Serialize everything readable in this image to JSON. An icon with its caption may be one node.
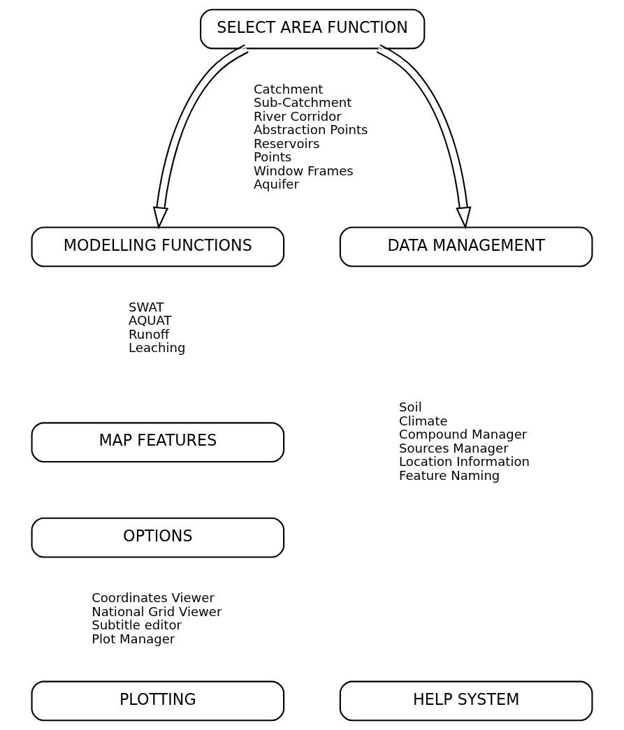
{
  "diagram": {
    "nodes": [
      {
        "text": [
          "SELECT AREA FUNCTION"
        ],
        "beside": [
          "Catchment",
          "Sub-Catchment",
          "River Corridor",
          "Abstraction Points",
          "Reservoirs",
          "Points",
          "Window Frames",
          "Aquifer"
        ]
      },
      {
        "text": [
          "MODELLING FUNCTIONS"
        ],
        "beside": [
          "SWAT",
          "AQUAT",
          "Runoff",
          "Leaching"
        ]
      },
      {
        "text": [
          "DATA MANAGEMENT"
        ],
        "beside": [
          "Soil",
          "Climate",
          "Compound Manager",
          "Sources Manager",
          "Location Information",
          "Feature Naming"
        ]
      },
      {
        "text": [
          "MAP FEATURES"
        ]
      },
      {
        "text": [
          "OPTIONS"
        ],
        "beside": [
          "Coordinates Viewer",
          "National Grid Viewer",
          "Subtitle editor",
          "Plot Manager"
        ]
      },
      {
        "text": [
          "PLOTTING"
        ]
      },
      {
        "text": [
          "HELP SYSTEM"
        ]
      }
    ],
    "edges": [
      {
        "from": 0,
        "to": 1,
        "arrow": "to"
      },
      {
        "from": 0,
        "to": 2,
        "arrow": "to"
      }
    ]
  }
}
